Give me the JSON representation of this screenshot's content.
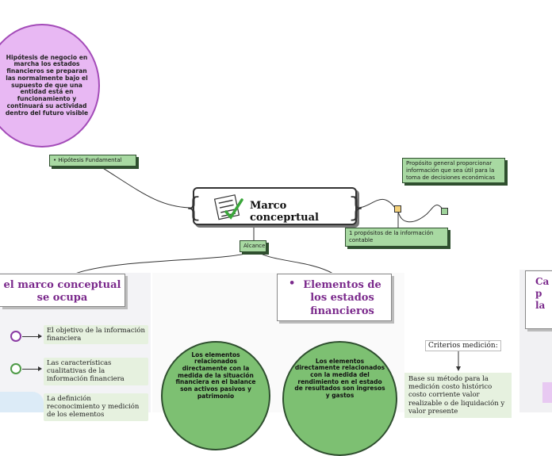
{
  "hypothesis_bubble": {
    "text": "Hipótesis de negocio en marcha los estados financieros se preparan las normalmente bajo el supuesto de que una entidad está en funcionamiento y continuará su actividad dentro del futuro visible"
  },
  "hypothesis_tag": {
    "text": "•  Hipótesis Fundamental"
  },
  "central_topic": {
    "title": "Marco conceprtual",
    "icon": "checklist-icon"
  },
  "purpose_general": {
    "text": "Propósito general proporcionar información que sea útil para la toma de decisiones económicas"
  },
  "purpose_count": {
    "text": "1 propósitos de la información contable"
  },
  "scope_tag": {
    "text": "Alcance"
  },
  "left_section": {
    "title": "el marco conceptual se ocupa",
    "items": [
      {
        "text": "El objetivo de la información financiera",
        "color": "#8a3aa3"
      },
      {
        "text": "Las características cualitativas de la información financiera",
        "color": "#4e9a47"
      },
      {
        "text": "La definición reconocimiento y medición de los elementos",
        "color": "#5aa0d6"
      }
    ]
  },
  "middle_section": {
    "title": "Elementos de los estados financieros",
    "bullet": "•"
  },
  "balance_circle": {
    "text": "Los elementos relacionados directamente con la medida de la situación financiera en el balance son activos pasivos y patrimonio"
  },
  "results_circle": {
    "text": "Los elementos directamente relacionados con la medida del rendimiento en el estado de resultados son ingresos y gastos"
  },
  "criteria": {
    "label": "Criterios medición:",
    "text": "Base su método para la medición costo histórico costo corriente valor realizable o de liquidación y valor presente"
  },
  "right_section": {
    "title": "Cap la"
  },
  "colors": {
    "purple": "#a34bb8",
    "green": "#4e9a47",
    "blue": "#5aa0d6",
    "title_purple": "#7b2a8c"
  }
}
